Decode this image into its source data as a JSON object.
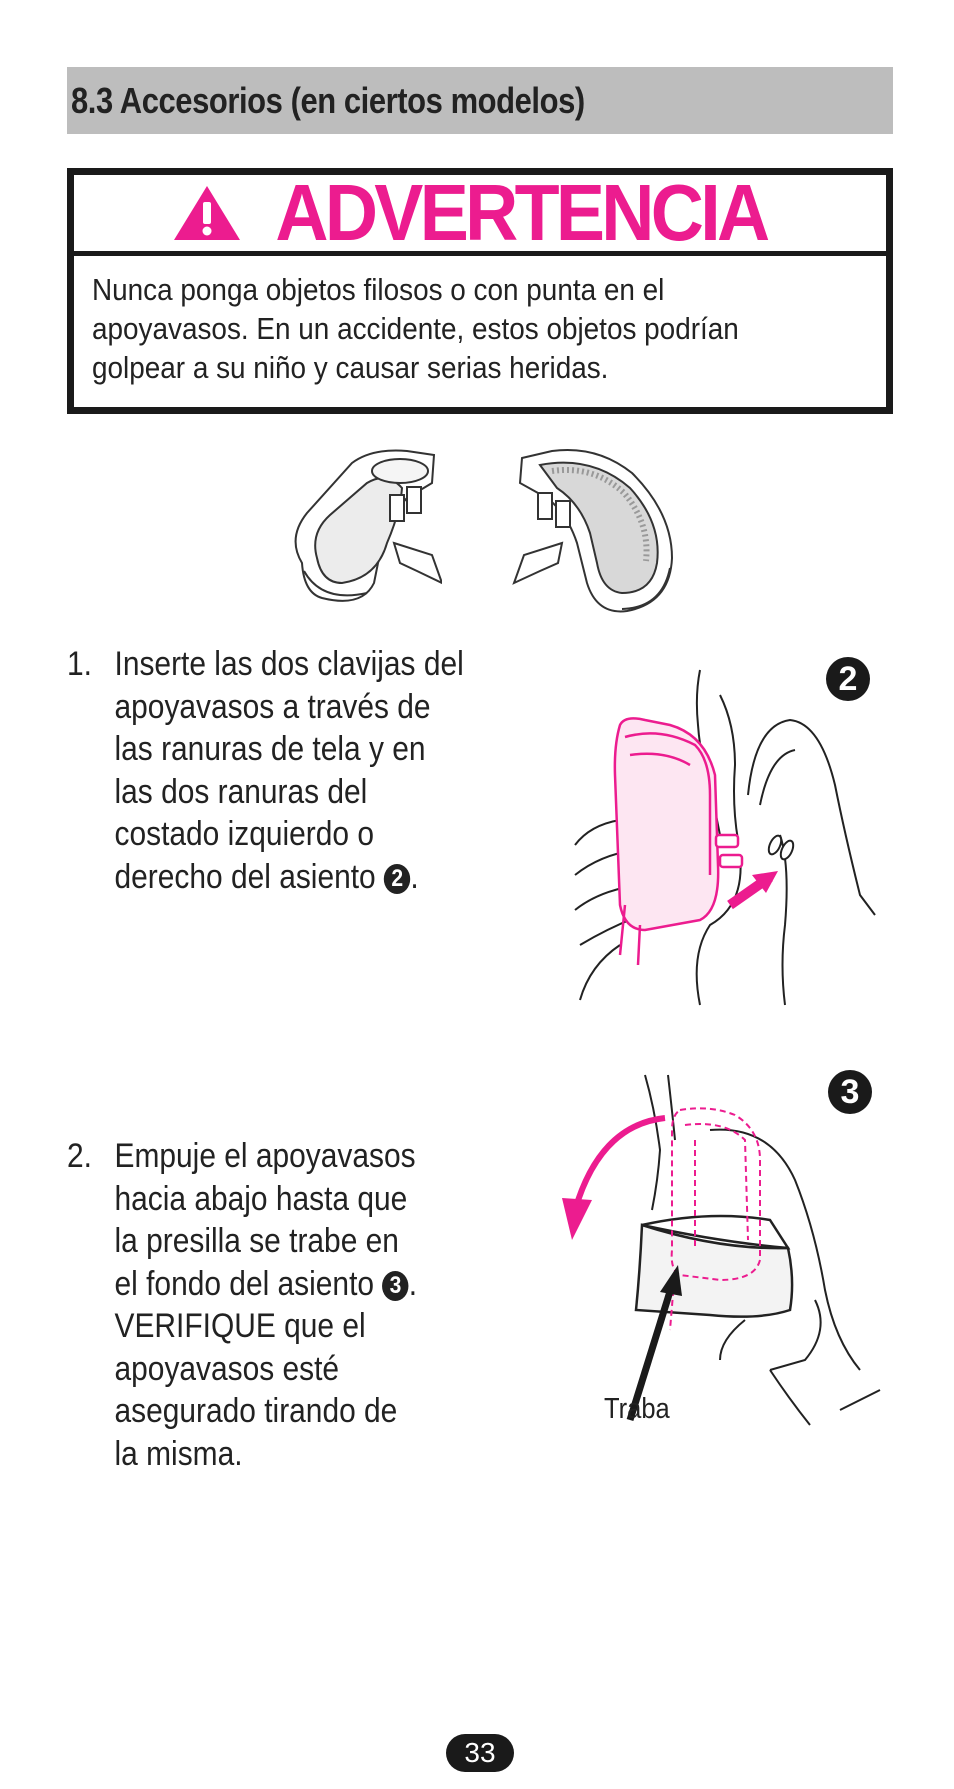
{
  "section": {
    "title": "8.3 Accesorios (en ciertos modelos)"
  },
  "warning": {
    "title": "ADVERTENCIA",
    "lines": [
      "Nunca ponga objetos filosos o con punta en el",
      "apoyavasos. En un accidente, estos objetos podrían",
      "golpear a su niño y causar serias heridas."
    ]
  },
  "steps": [
    {
      "number": "1.",
      "lines": [
        "Inserte las dos clavijas del",
        "apoyavasos a través de",
        "las ranuras de tela y en",
        "las dos ranuras del",
        "costado izquierdo o"
      ],
      "last_line": "derecho del asiento",
      "ref": "2"
    },
    {
      "number": "2.",
      "lines": [
        "Empuje el apoyavasos",
        "hacia abajo hasta que",
        "la presilla se trabe en"
      ],
      "ref_line": "el fondo del asiento",
      "ref": "3",
      "lines_after": [
        "VERIFIQUE que el",
        "apoyavasos esté",
        "asegurado tirando de",
        "la misma."
      ]
    }
  ],
  "figures": {
    "fig2_badge": "2",
    "fig3_badge": "3",
    "traba_label": "Traba"
  },
  "page_number": "33",
  "colors": {
    "accent": "#ec1c8f",
    "header_gray": "#bdbdbd",
    "ink": "#1a1a1a"
  }
}
